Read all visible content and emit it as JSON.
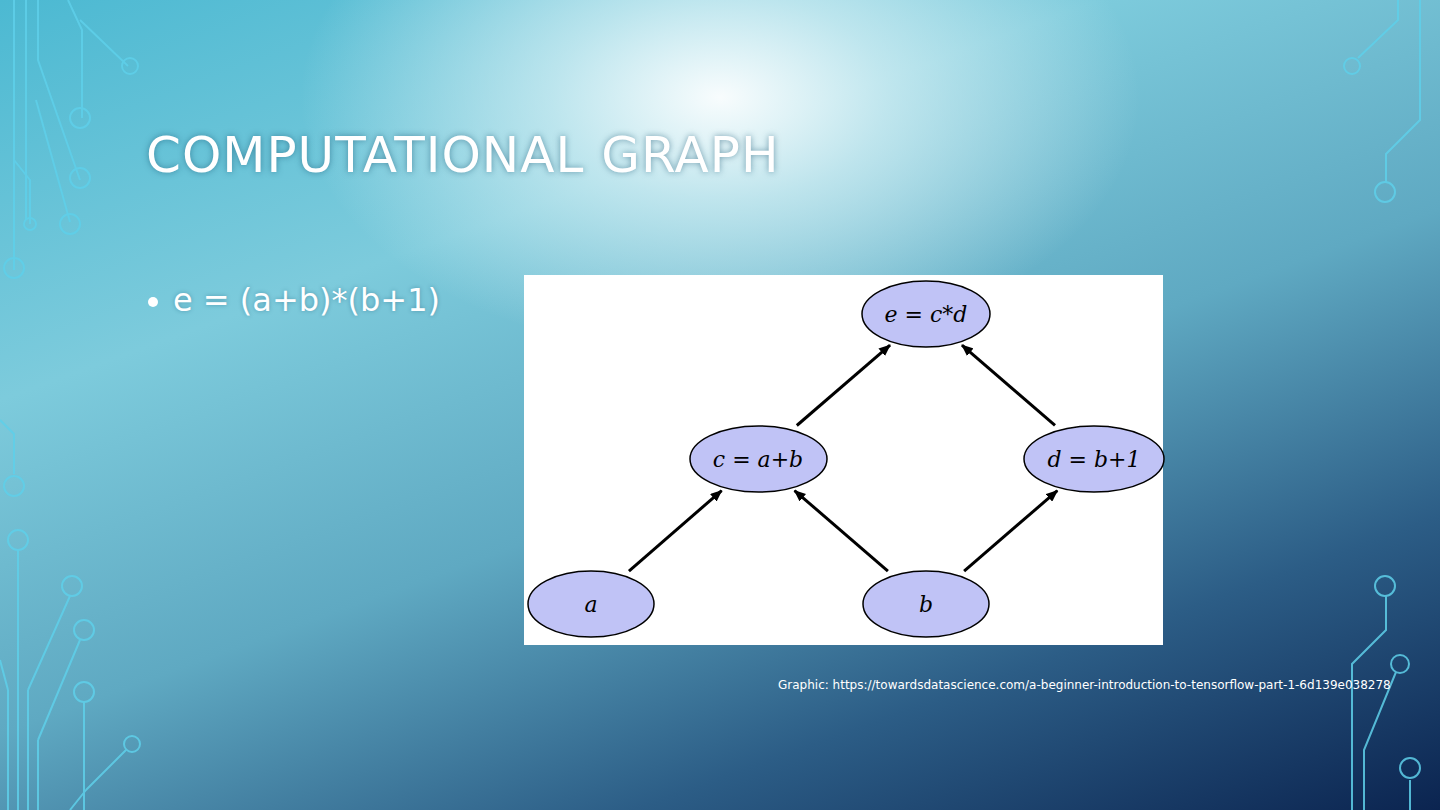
{
  "diagram": {
    "title": "COMPUTATIONAL GRAPH",
    "caption": "Graphic: https://towardsdatascience.com/a-beginner-introduction-to-tensorflow-part-1-6d139e038278",
    "nodes": [
      {
        "text": [
          "e = c*d"
        ]
      },
      {
        "text": [
          "c = a+b"
        ]
      },
      {
        "text": [
          "d = b+1"
        ]
      },
      {
        "text": [
          "a"
        ]
      },
      {
        "text": [
          "b"
        ]
      }
    ],
    "edges": [
      {
        "from": 3,
        "to": 1,
        "arrow": "to"
      },
      {
        "from": 4,
        "to": 1,
        "arrow": "to"
      },
      {
        "from": 4,
        "to": 2,
        "arrow": "to"
      },
      {
        "from": 1,
        "to": 0,
        "arrow": "to"
      },
      {
        "from": 2,
        "to": 0,
        "arrow": "to"
      }
    ],
    "labels": [
      "e = (a+b)*(b+1)"
    ]
  }
}
